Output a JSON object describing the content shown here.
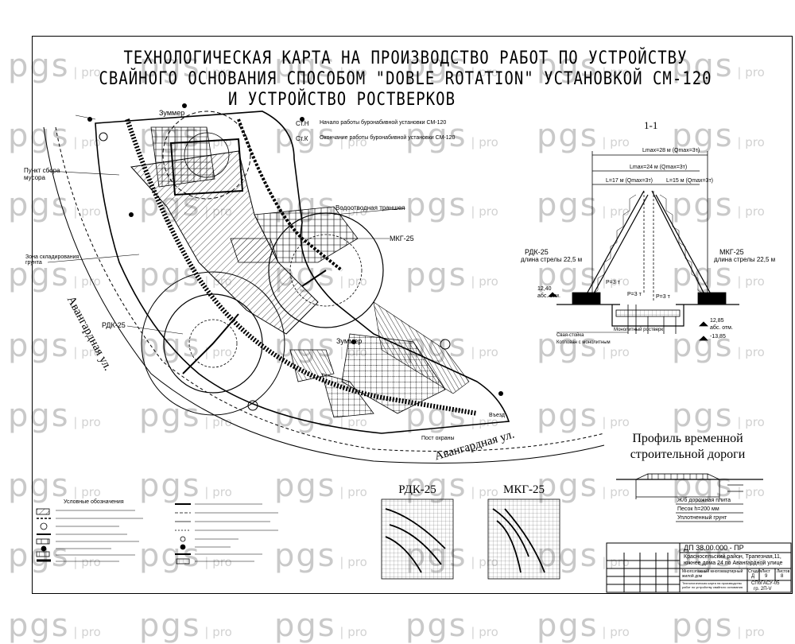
{
  "title": {
    "line1": "ТЕХНОЛОГИЧЕСКАЯ КАРТА НА ПРОИЗВОДСТВО РАБОТ ПО УСТРОЙСТВУ",
    "line2": "СВАЙНОГО ОСНОВАНИЯ СПОСОБОМ \"DOBLE ROTATION\" УСТАНОВКОЙ СМ-120",
    "line3": "И УСТРОЙСТВО РОСТВЕРКОВ"
  },
  "watermark": {
    "logo": "pgs",
    "suffix": "pro"
  },
  "plan": {
    "street_1": "Авангардная ул.",
    "street_2": "Авангардная ул.",
    "crane_rdk": "РДК-25",
    "crane_mkg": "МКГ-25",
    "drainage": "Водоотводная траншея",
    "buzzer_1": "Зуммер",
    "buzzer_2": "Зуммер",
    "waste_point": "Пункт сбора мусора",
    "stockpile": "Зона складирования грунта",
    "entry": "Въезд",
    "guard_post": "Пост охраны"
  },
  "legend_start": {
    "label_start": "Ст.Н",
    "text_start": "Начало работы буронабивной установки СМ-120",
    "label_end": "Ст.К",
    "text_end": "Окончание работы буронабивной установки СМ-120"
  },
  "section": {
    "title": "1-1",
    "dim_total": "Lmax=28 м (Qmax=3т)",
    "dim_mid": "Lmax=24 м (Qmax=3т)",
    "dim_left": "L=17 м (Qmax=3т)",
    "dim_right": "L=15 м (Qmax=3т)",
    "left_crane": "РДК-25",
    "left_boom": "длина стрелы 22,5 м",
    "right_crane": "МКГ-25",
    "right_boom": "длина стрелы 22,5 м",
    "load_1": "P=3 т",
    "load_2": "P=3 т",
    "load_3": "P=3 т",
    "level_left": "12,40",
    "level_left_sub": "абс. отм.",
    "level_r1": "12,85",
    "level_r2": "-13,85",
    "level_sub": "абс. отм.",
    "foundation_note": "Монолитный ростверк",
    "pile_note": "Свая-стойка",
    "pile_note_2": "Котлован с монолитным"
  },
  "road_profile": {
    "title_1": "Профиль временной",
    "title_2": "строительной дороги",
    "layer_1": "Ж/б дорожная плита",
    "layer_2": "Песок h=200 мм",
    "layer_3": "Уплотненный грунт"
  },
  "charts": {
    "rdk_title": "РДК-25",
    "mkg_title": "МКГ-25"
  },
  "legend": {
    "title": "Условные обозначения"
  },
  "stamp": {
    "code": "ДП 38.00.000 - ПР",
    "address_1": "Красносельский район, Трапезная,11,",
    "address_2": "южнее дома 24 по Авангардной улице",
    "building": "Многоэтажный многоквартирный жилой дом",
    "sheet_label": "Стадия",
    "sheet_label_2": "Лист",
    "sheet_label_3": "Листов",
    "stage": "Д",
    "sheet": "9",
    "sheets": "8",
    "doc_title": "Технологическая карта на производство работ по устройству свайного основания",
    "org_1": "СПбГАСУ-05",
    "org_2": "гр. 2П-V"
  }
}
